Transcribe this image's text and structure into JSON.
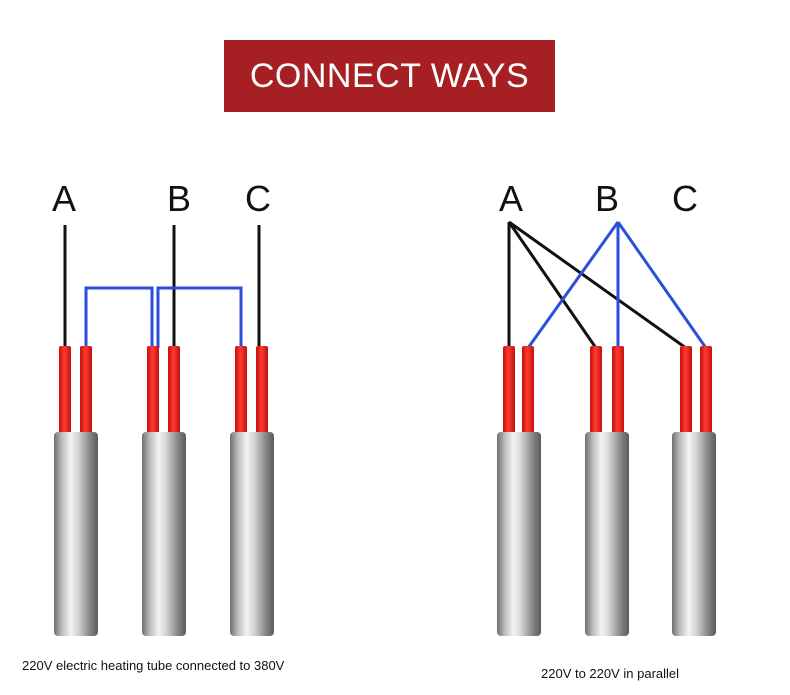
{
  "title": "CONNECT WAYS",
  "left": {
    "labels": [
      "A",
      "B",
      "C"
    ],
    "caption": "220V electric heating tube connected to 380V"
  },
  "right": {
    "labels": [
      "A",
      "B",
      "C"
    ],
    "caption": "220V to 220V in parallel"
  },
  "colors": {
    "banner": "#a61f23",
    "lead_red": "#e8241f",
    "wire_black": "#111111",
    "wire_blue": "#2b4fd8"
  }
}
